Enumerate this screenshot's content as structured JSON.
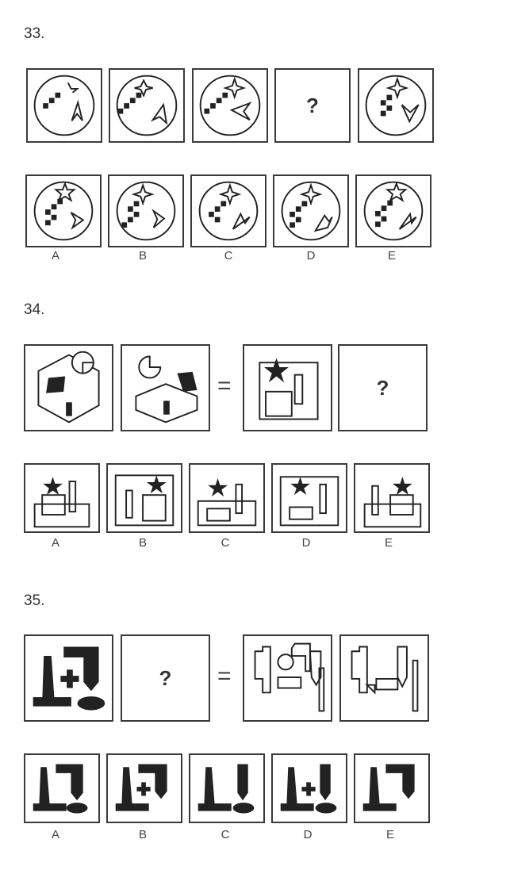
{
  "questions": [
    {
      "number": "33.",
      "options": [
        "A",
        "B",
        "C",
        "D",
        "E"
      ],
      "unknown": "?"
    },
    {
      "number": "34.",
      "options": [
        "A",
        "B",
        "C",
        "D",
        "E"
      ],
      "unknown": "?",
      "equals": "="
    },
    {
      "number": "35.",
      "options": [
        "A",
        "B",
        "C",
        "D",
        "E"
      ],
      "unknown": "?",
      "equals": "="
    }
  ]
}
